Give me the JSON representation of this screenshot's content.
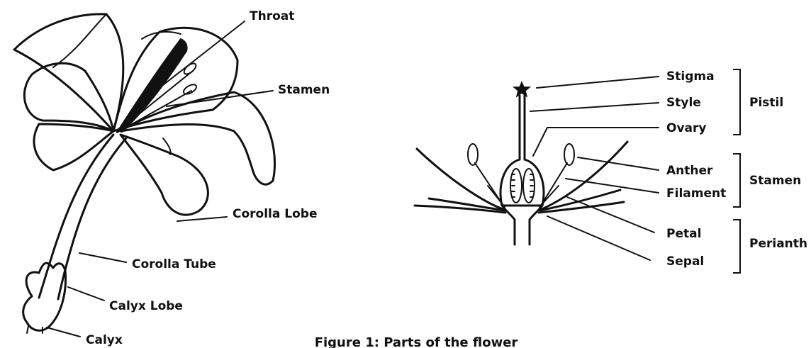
{
  "left_labels": {
    "throat": "Throat",
    "stamen": "Stamen",
    "corolla_lobe": "Corolla Lobe",
    "corolla_tube": "Corolla Tube",
    "calyx_lobe": "Calyx Lobe",
    "calyx": "Calyx"
  },
  "right_labels": {
    "stigma": "Stigma",
    "style": "Style",
    "ovary": "Ovary",
    "anther": "Anther",
    "filament": "Filament",
    "petal": "Petal",
    "sepal": "Sepal"
  },
  "groups": {
    "pistil": "Pistil",
    "stamen": "Stamen",
    "perianth": "Perianth"
  },
  "caption": "Figure 1: Parts of the flower"
}
